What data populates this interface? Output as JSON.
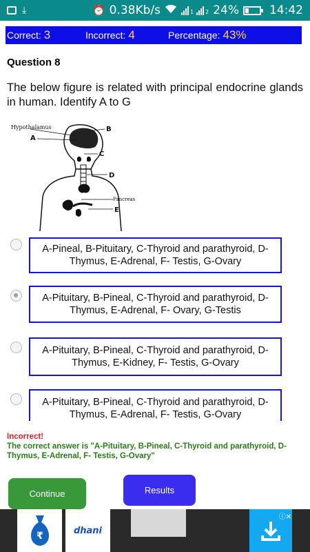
{
  "statusbar": {
    "network_speed": "0.38Kb/s",
    "signal_label": "1",
    "sim_label": "2",
    "battery": "24%",
    "battery_level": 0.24,
    "time": "14:42",
    "icons": [
      "image-icon",
      "download-icon",
      "alarm-icon",
      "wifi-icon",
      "signal-icon",
      "battery-icon"
    ]
  },
  "score": {
    "correct_label": "Correct:",
    "correct_value": "3",
    "incorrect_label": "Incorrect:",
    "incorrect_value": "4",
    "percentage_label": "Percentage:",
    "percentage_value": "43%"
  },
  "question": {
    "number": "Question 8",
    "text": "The below figure is related with principal endocrine glands in human. Identify A to G"
  },
  "figure": {
    "labels": {
      "hypothalamus": "Hypothalamus",
      "a": "A",
      "b": "B",
      "c": "C",
      "d": "D",
      "pancreas": "Pancreas",
      "e": "E"
    }
  },
  "options": [
    {
      "text": "A-Pineal, B-Pituitary, C-Thyroid and parathyroid, D-Thymus, E-Adrenal, F- Testis, G-Ovary",
      "selected": false
    },
    {
      "text": "A-Pituitary, B-Pineal, C-Thyroid and parathyroid, D-Thymus, E-Adrenal, F- Ovary, G-Testis",
      "selected": true
    },
    {
      "text": "A-Pituitary, B-Pineal, C-Thyroid and parathyroid, D-Thymus, E-Kidney, F- Testis, G-Ovary",
      "selected": false
    },
    {
      "text": "A-Pituitary, B-Pineal, C-Thyroid and parathyroid, D-Thymus, E-Adrenal, F- Testis, G-Ovary",
      "selected": false
    }
  ],
  "feedback": {
    "status": "Incorrect!",
    "correct_answer": "The correct answer is \"A-Pituitary, B-Pineal, C-Thyroid and parathyroid, D-Thymus, E-Adrenal, F- Testis, G-Ovary\""
  },
  "buttons": {
    "continue": "Continue",
    "results": "Results"
  },
  "ad": {
    "brand": "dhani",
    "icons": [
      "money-bag-icon",
      "adchoices-icon",
      "download-icon"
    ],
    "colors": {
      "accent": "#14a8f0",
      "bag": "#1565c0"
    }
  }
}
